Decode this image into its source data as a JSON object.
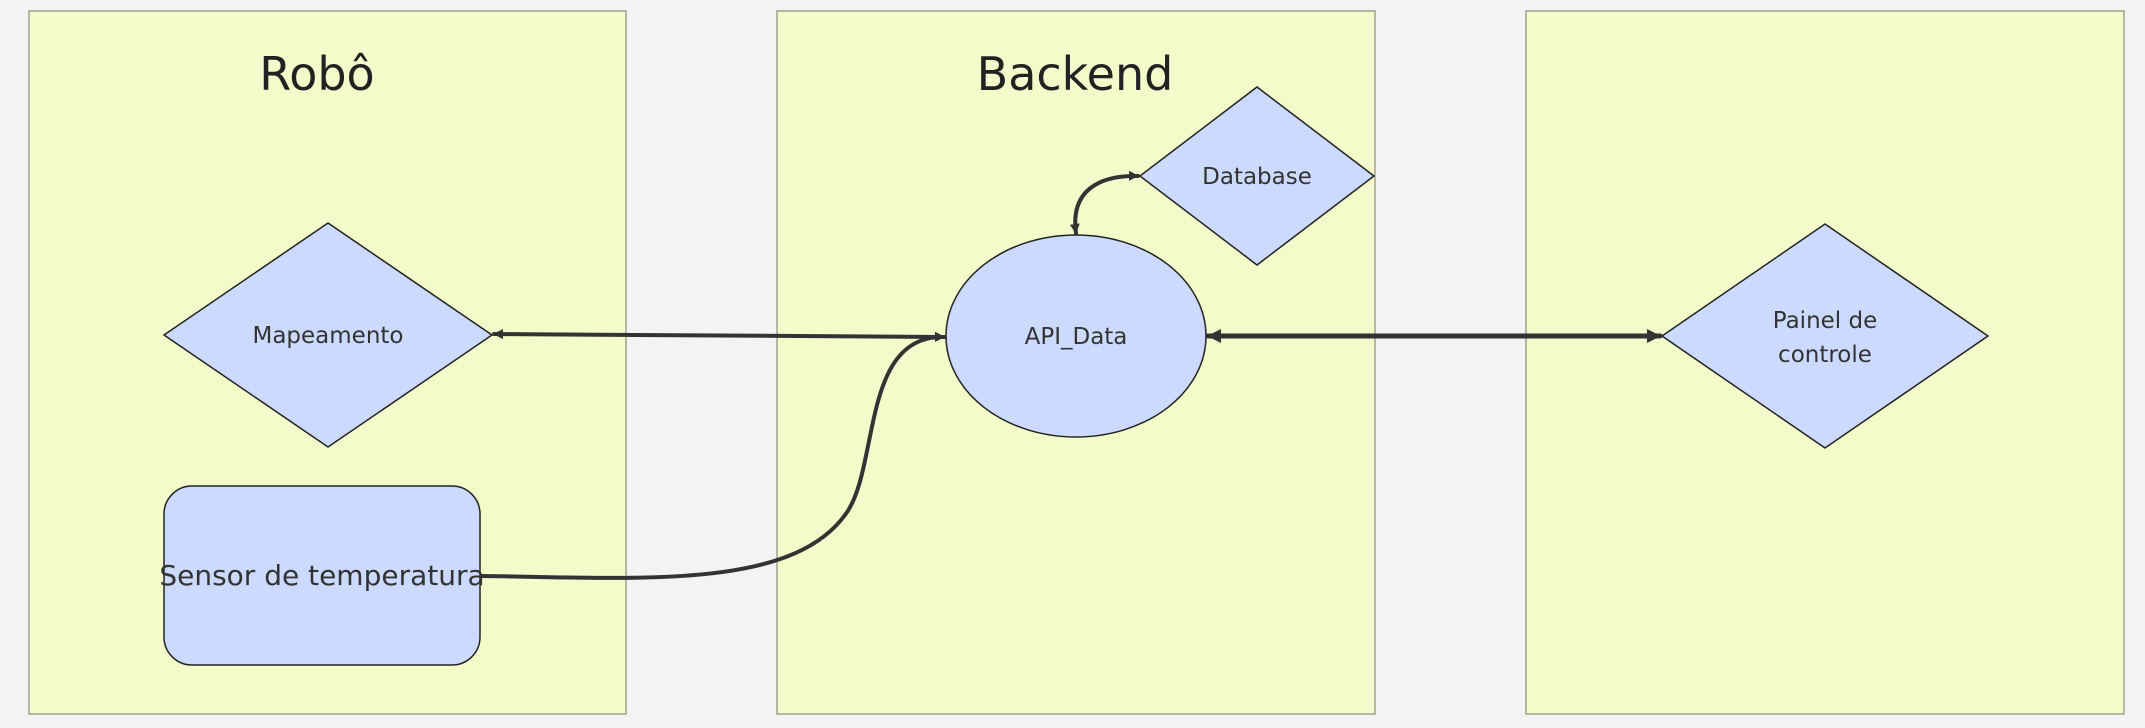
{
  "lanes": {
    "robot": {
      "title": "Robô"
    },
    "backend": {
      "title": "Backend"
    },
    "frontend": {
      "title": ""
    }
  },
  "nodes": {
    "mapeamento": {
      "label": "Mapeamento",
      "shape": "diamond"
    },
    "sensor": {
      "label": "Sensor de temperatura",
      "shape": "rounded-rectangle"
    },
    "api": {
      "label": "API_Data",
      "shape": "ellipse"
    },
    "database": {
      "label": "Database",
      "shape": "diamond"
    },
    "painel": {
      "label_line1": "Painel de",
      "label_line2": "controle",
      "shape": "diamond"
    }
  },
  "edges": [
    {
      "from": "mapeamento",
      "to": "api",
      "direction": "both"
    },
    {
      "from": "sensor",
      "to": "api",
      "direction": "forward"
    },
    {
      "from": "api",
      "to": "database",
      "direction": "both"
    },
    {
      "from": "api",
      "to": "painel",
      "direction": "both"
    }
  ],
  "colors": {
    "background": "#f3f3f3",
    "lane_fill": "#f4fbcb",
    "node_fill": "#ccdaff",
    "edge": "#333333"
  }
}
